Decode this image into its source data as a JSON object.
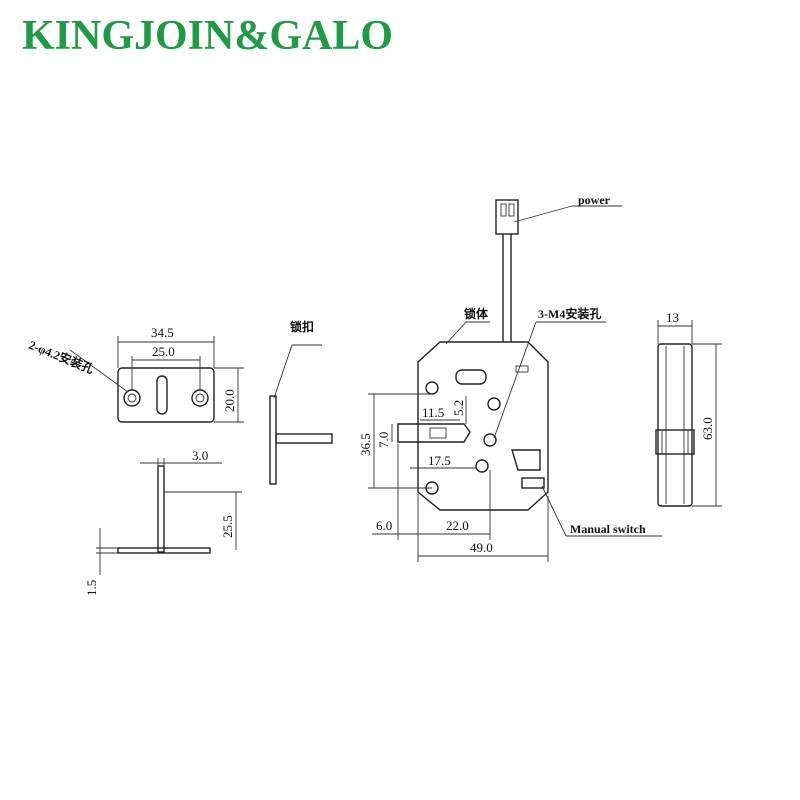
{
  "brand": {
    "text": "KINGJOIN&GALO",
    "color": "#1f9a45"
  },
  "labels": {
    "power": "power",
    "lock_body": "锁体",
    "mount_holes_m4": "3-M4安装孔",
    "manual_switch": "Manual switch",
    "lock_catch": "锁扣",
    "mount_holes_phi": "2-φ4.2安装孔"
  },
  "dimensions": {
    "plate_width": "34.5",
    "hole_spacing": "25.0",
    "plate_height": "20.0",
    "catch_thickness_top": "3.0",
    "catch_height": "25.5",
    "catch_base": "1.5",
    "body_height": "36.5",
    "bolt_offset": "11.5",
    "bolt_height": "7.0",
    "bolt_length": "17.5",
    "hole_offset": "5.2",
    "bolt_extension": "6.0",
    "body_partial": "22.0",
    "body_width": "49.0",
    "side_width": "13",
    "side_height": "63.0"
  }
}
